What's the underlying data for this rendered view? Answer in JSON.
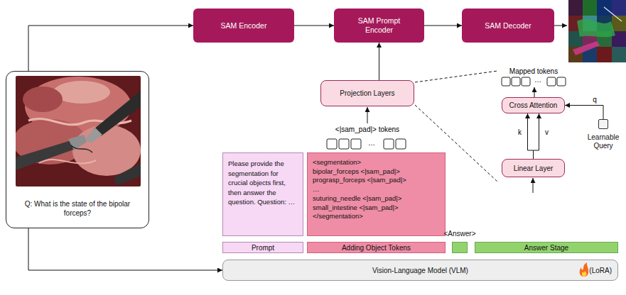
{
  "diagram": {
    "nodes": [
      {
        "text": [
          "Q: What is the state of the bipolar forceps?"
        ]
      },
      {
        "text": [
          "SAM Encoder"
        ]
      },
      {
        "text": [
          "SAM Prompt Encoder"
        ]
      },
      {
        "text": [
          "SAM Decoder"
        ]
      },
      {
        "text": [
          "Projection Layers"
        ]
      },
      {
        "text": [
          "Cross Attention"
        ]
      },
      {
        "text": [
          "Learnable Query"
        ]
      },
      {
        "text": [
          "Linear Layer"
        ]
      },
      {
        "text": [
          "Please provide the segmentation for crucial objects first, then answer the question. Question: …"
        ]
      },
      {
        "text": [
          "<segmentation>",
          "bipolar_forceps <|sam_pad|>",
          "prograsp_forceps <|sam_pad|>",
          "…",
          "suturing_needle <|sam_pad|>",
          "small_intestine <|sam_pad|>",
          "</segmentation>"
        ]
      },
      {
        "text": [
          "Prompt"
        ]
      },
      {
        "text": [
          "Adding Object Tokens"
        ]
      },
      {
        "text": [
          "<Answer>"
        ]
      },
      {
        "text": [
          "Answer Stage"
        ]
      },
      {
        "text": [
          "Vision-Language Model (VLM)",
          "(LoRA)"
        ]
      }
    ],
    "edges": [
      {
        "from": 0,
        "to": 1,
        "arrow": "to"
      },
      {
        "from": 0,
        "to": 14,
        "arrow": "to"
      },
      {
        "from": 1,
        "to": 2,
        "arrow": "to"
      },
      {
        "from": 2,
        "to": 3,
        "arrow": "to"
      },
      {
        "from": 4,
        "to": 2,
        "arrow": "to"
      },
      {
        "from": 7,
        "to": 5,
        "label": "k",
        "arrow": "to"
      },
      {
        "from": 7,
        "to": 5,
        "label": "v",
        "arrow": "to"
      },
      {
        "from": 6,
        "to": 5,
        "label": "q",
        "arrow": "to"
      }
    ],
    "labels": [
      "Mapped tokens",
      "…",
      "<|sam_pad|> tokens",
      "…"
    ]
  }
}
